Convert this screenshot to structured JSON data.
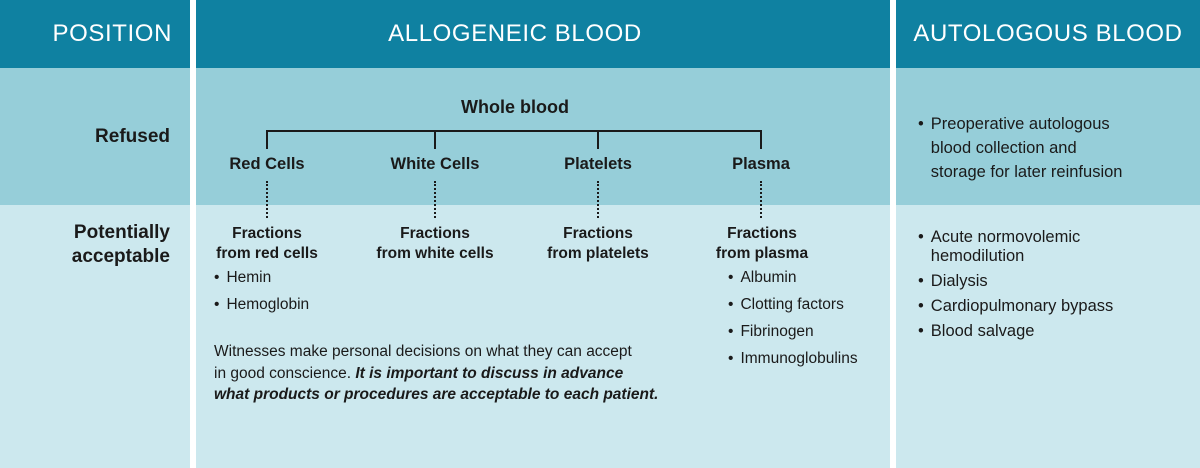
{
  "colors": {
    "header_bg": "#0f81a1",
    "refused_bg": "#96ced9",
    "acceptable_bg": "#cce8ee",
    "text": "#1a1a1a",
    "line": "#1a1a1a",
    "header_text": "#ffffff"
  },
  "glyphs": {
    "bullet": "•"
  },
  "header": {
    "position": "POSITION",
    "allogeneic": "ALLOGENEIC BLOOD",
    "autologous": "AUTOLOGOUS BLOOD"
  },
  "row_labels": {
    "refused": "Refused",
    "acceptable": "Potentially acceptable"
  },
  "tree": {
    "root": "Whole blood",
    "branches": [
      {
        "label": "Red Cells"
      },
      {
        "label": "White Cells"
      },
      {
        "label": "Platelets"
      },
      {
        "label": "Plasma"
      }
    ]
  },
  "fractions": [
    {
      "title_line1": "Fractions",
      "title_line2": "from red cells",
      "items": [
        "Hemin",
        "Hemoglobin"
      ]
    },
    {
      "title_line1": "Fractions",
      "title_line2": "from white cells",
      "items": []
    },
    {
      "title_line1": "Fractions",
      "title_line2": "from platelets",
      "items": []
    },
    {
      "title_line1": "Fractions",
      "title_line2": "from plasma",
      "items": [
        "Albumin",
        "Clotting factors",
        "Fibrinogen",
        "Immunoglobulins"
      ]
    }
  ],
  "note": {
    "line1": "Witnesses make personal decisions on what they can accept",
    "line2_regular": "in good conscience.",
    "line2_emphasis": "It is important to discuss in advance",
    "line3_emphasis": "what products or procedures are acceptable to each patient."
  },
  "autologous": {
    "refused_item_lines": [
      "Preoperative autologous",
      "blood collection and",
      "storage for later reinfusion"
    ],
    "acceptable_items": [
      {
        "lines": [
          "Acute normovolemic",
          "hemodilution"
        ]
      },
      {
        "lines": [
          "Dialysis"
        ]
      },
      {
        "lines": [
          "Cardiopulmonary bypass"
        ]
      },
      {
        "lines": [
          "Blood salvage"
        ]
      }
    ]
  }
}
